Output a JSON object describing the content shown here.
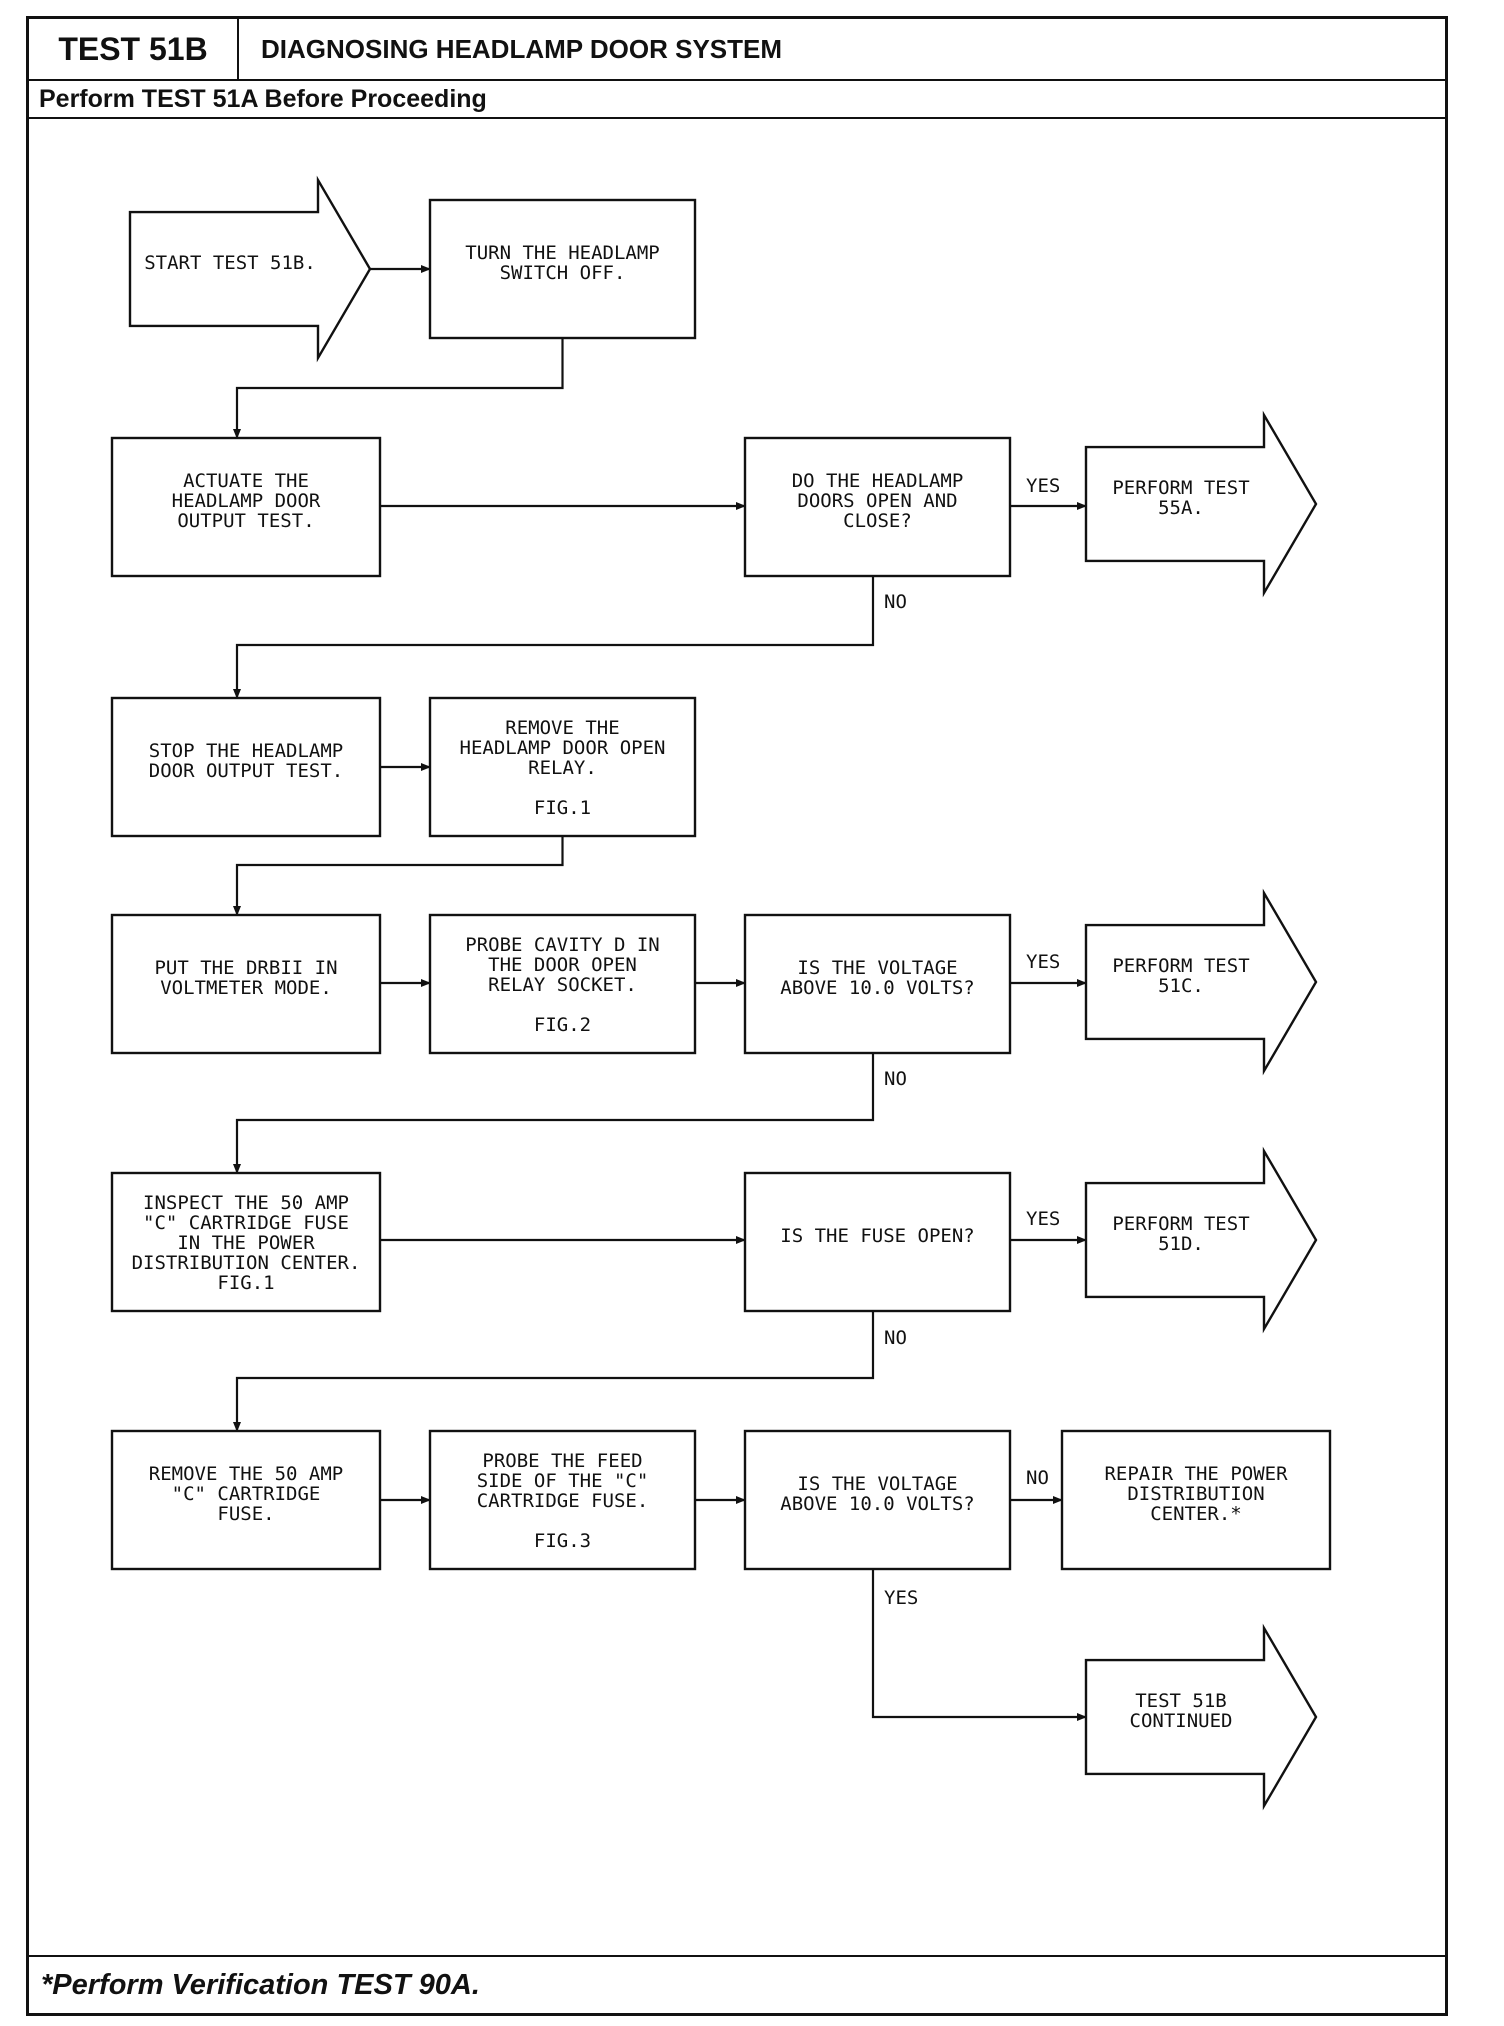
{
  "header": {
    "test_id": "TEST 51B",
    "title": "DIAGNOSING HEADLAMP DOOR SYSTEM",
    "prerequisite": "Perform TEST 51A Before Proceeding"
  },
  "footer": {
    "note": "*Perform Verification TEST 90A."
  },
  "nodes": {
    "start": [
      "START TEST 51B."
    ],
    "switch_off": [
      "TURN THE HEADLAMP",
      "SWITCH OFF."
    ],
    "actuate": [
      "ACTUATE THE",
      "HEADLAMP DOOR",
      "OUTPUT TEST."
    ],
    "q_doors": [
      "DO THE HEADLAMP",
      "DOORS OPEN AND",
      "CLOSE?"
    ],
    "perform_55a": [
      "PERFORM TEST",
      "55A."
    ],
    "stop_test": [
      "STOP THE HEADLAMP",
      "DOOR OUTPUT TEST."
    ],
    "remove_relay": [
      "REMOVE THE",
      "HEADLAMP DOOR OPEN",
      "RELAY.",
      "",
      "FIG.1"
    ],
    "voltmeter": [
      "PUT THE DRBII IN",
      "VOLTMETER MODE."
    ],
    "probe_d": [
      "PROBE CAVITY D IN",
      "THE DOOR OPEN",
      "RELAY SOCKET.",
      "",
      "FIG.2"
    ],
    "q_voltage1": [
      "IS THE VOLTAGE",
      "ABOVE 10.0 VOLTS?"
    ],
    "perform_51c": [
      "PERFORM TEST",
      "51C."
    ],
    "inspect_fuse": [
      "INSPECT THE 50 AMP",
      "\"C\" CARTRIDGE FUSE",
      "IN THE POWER",
      "DISTRIBUTION CENTER.",
      "FIG.1"
    ],
    "q_fuse": [
      "IS THE FUSE OPEN?"
    ],
    "perform_51d": [
      "PERFORM TEST",
      "51D."
    ],
    "remove_fuse": [
      "REMOVE THE 50 AMP",
      "\"C\" CARTRIDGE",
      "FUSE."
    ],
    "probe_feed": [
      "PROBE THE FEED",
      "SIDE OF THE \"C\"",
      "CARTRIDGE FUSE.",
      "",
      "FIG.3"
    ],
    "q_voltage2": [
      "IS THE VOLTAGE",
      "ABOVE 10.0 VOLTS?"
    ],
    "repair_pdc": [
      "REPAIR THE POWER",
      "DISTRIBUTION",
      "CENTER.*"
    ],
    "continued": [
      "TEST 51B",
      "CONTINUED"
    ]
  },
  "edge_labels": {
    "q_doors_yes": "YES",
    "q_doors_no": "NO",
    "q_voltage1_yes": "YES",
    "q_voltage1_no": "NO",
    "q_fuse_yes": "YES",
    "q_fuse_no": "NO",
    "q_voltage2_no": "NO",
    "q_voltage2_yes": "YES"
  }
}
